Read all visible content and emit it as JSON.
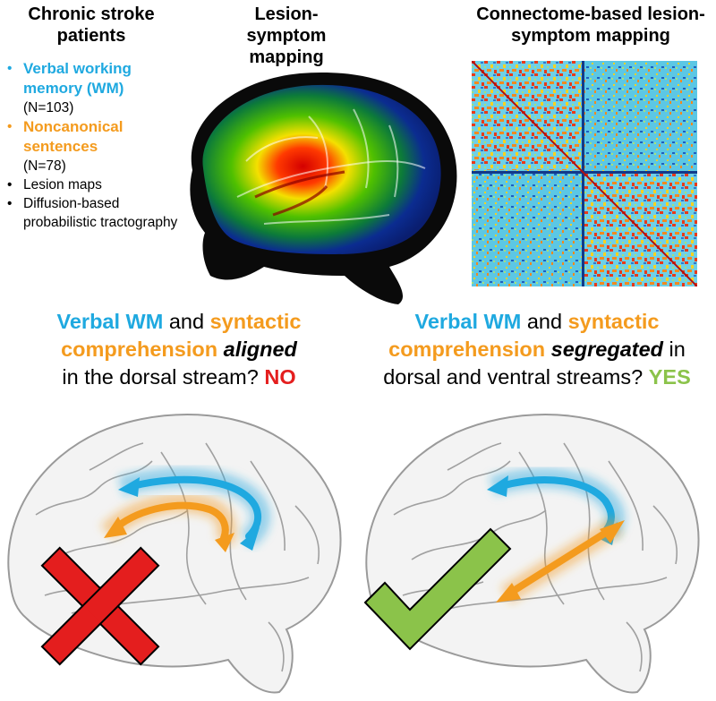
{
  "columns": {
    "patients_title": "Chronic stroke patients",
    "lsm_title": "Lesion-symptom mapping",
    "clsm_title": "Connectome-based lesion-symptom mapping"
  },
  "patients": {
    "item1_label": "Verbal working memory (WM)",
    "item1_n": "(N=103)",
    "item2_label": "Noncanonical sentences",
    "item2_n": "(N=78)",
    "item3": "Lesion maps",
    "item4": "Diffusion-based probabilistic tractography"
  },
  "question_left": {
    "part1": "Verbal WM",
    "part2": " and ",
    "part3": "syntactic",
    "part4": "comprehension ",
    "part5": "aligned",
    "part6": "in the dorsal stream? ",
    "answer": "NO"
  },
  "question_right": {
    "part1": "Verbal WM",
    "part2": " and ",
    "part3": "syntactic",
    "part4": "comprehension ",
    "part5": "segregated",
    "part6": " in",
    "part7": "dorsal and ventral streams? ",
    "answer": "YES"
  },
  "colors": {
    "blue": "#1fa9e0",
    "orange": "#f49b1e",
    "no_red": "#e41e1e",
    "yes_green": "#8bc34a"
  }
}
